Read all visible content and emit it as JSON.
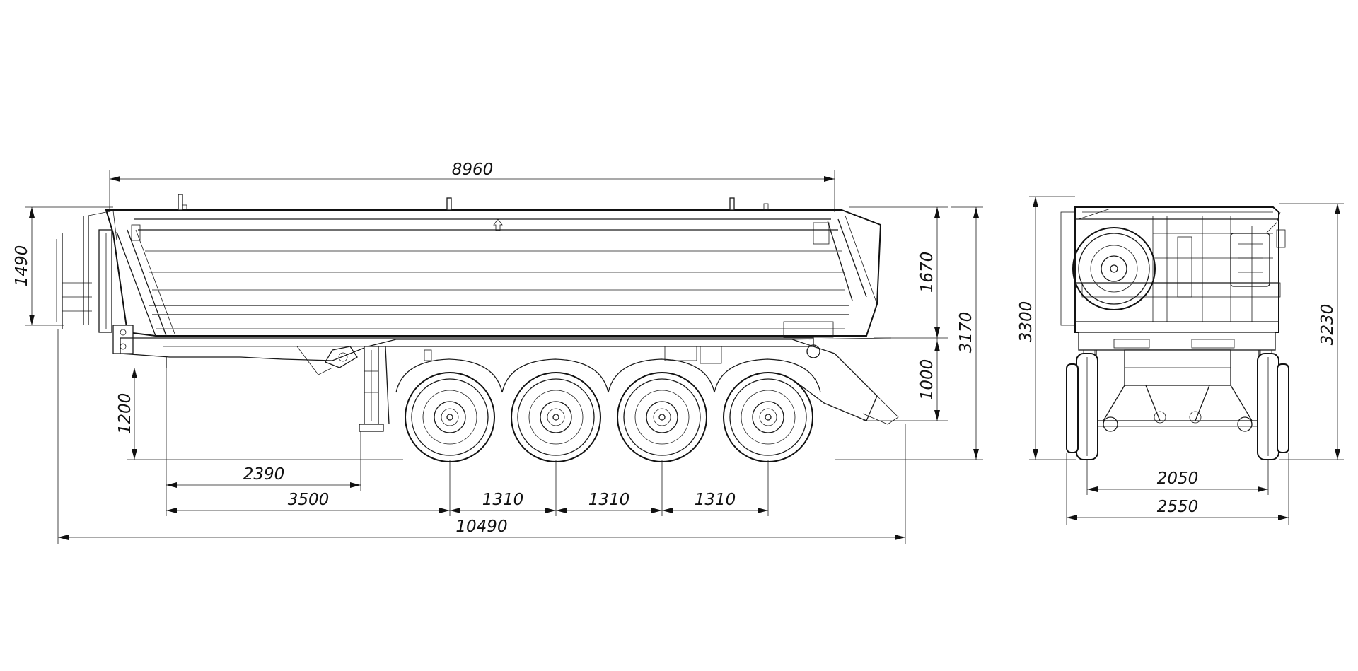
{
  "dimensions": {
    "side_view": {
      "body_length": "8960",
      "front_wall_height": "1490",
      "body_height": "1670",
      "platform_height": "1000",
      "total_height": "3170",
      "coupling_height": "1200",
      "kingpin_to_landing_gear": "2390",
      "kingpin_to_first_axle": "3500",
      "axle_spacing_1": "1310",
      "axle_spacing_2": "1310",
      "axle_spacing_3": "1310",
      "overall_length": "10490"
    },
    "rear_view": {
      "overall_height": "3300",
      "body_top_height": "3230",
      "track_width": "2050",
      "overall_width": "2550"
    }
  }
}
